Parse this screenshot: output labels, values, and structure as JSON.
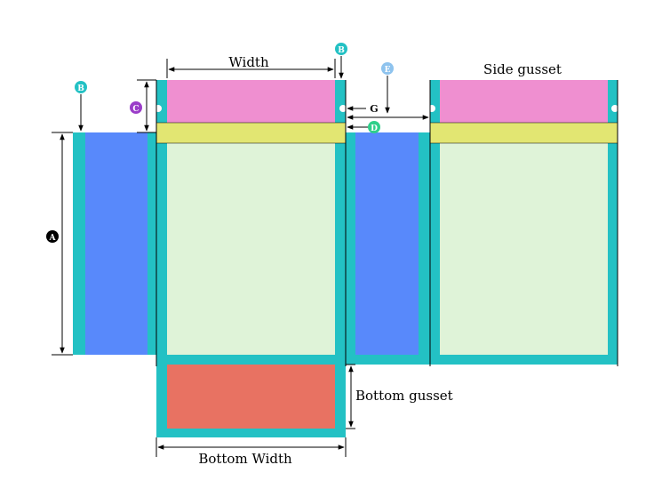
{
  "labels": {
    "width": "Width",
    "side_gusset": "Side gusset",
    "bottom_gusset": "Bottom gusset",
    "bottom_width": "Bottom Width",
    "g": "G"
  },
  "markers": {
    "a": "A",
    "b": "B",
    "c": "C",
    "d": "D",
    "e": "E"
  },
  "colors": {
    "teal_border": "#23c1c4",
    "pink_top": "#ef8fd0",
    "yellow_band": "#e2e672",
    "light_green_panel": "#dff3d8",
    "blue_panel": "#5889fb",
    "red_bottom": "#e87262",
    "line": "#000000",
    "marker_a": "#000000",
    "marker_b": "#23c1c4",
    "marker_c": "#9b3dc9",
    "marker_d": "#2fcf8a",
    "marker_e": "#8ec3ee"
  }
}
